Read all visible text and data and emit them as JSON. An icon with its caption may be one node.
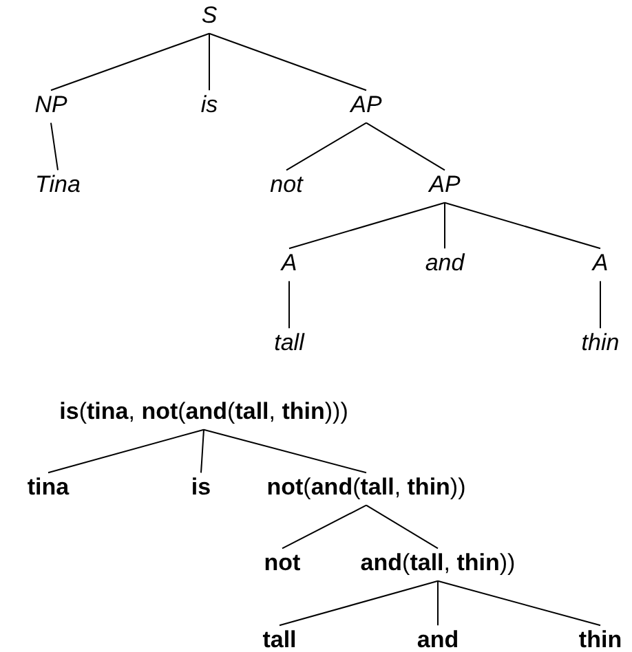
{
  "diagram": {
    "nodes": [
      {
        "text": [
          "S"
        ]
      },
      {
        "text": [
          "NP"
        ]
      },
      {
        "text": [
          "is"
        ]
      },
      {
        "text": [
          "AP"
        ]
      },
      {
        "text": [
          "Tina"
        ]
      },
      {
        "text": [
          "not"
        ]
      },
      {
        "text": [
          "AP"
        ]
      },
      {
        "text": [
          "A"
        ]
      },
      {
        "text": [
          "and"
        ]
      },
      {
        "text": [
          "A"
        ]
      },
      {
        "text": [
          "tall"
        ]
      },
      {
        "text": [
          "thin"
        ]
      },
      {
        "text": [
          "**is**(**tina**, **not**(**and**(**tall**, **thin**)))"
        ]
      },
      {
        "text": [
          "tina"
        ]
      },
      {
        "text": [
          "is"
        ]
      },
      {
        "text": [
          "**not**(**and**(**tall**, **thin**))"
        ]
      },
      {
        "text": [
          "not"
        ]
      },
      {
        "text": [
          "**and**(**tall**, **thin**))"
        ]
      },
      {
        "text": [
          "tall"
        ]
      },
      {
        "text": [
          "and"
        ]
      },
      {
        "text": [
          "thin"
        ]
      }
    ],
    "edges": [
      {
        "from": 0,
        "to": 1,
        "arrow": "none"
      },
      {
        "from": 0,
        "to": 2,
        "arrow": "none"
      },
      {
        "from": 0,
        "to": 3,
        "arrow": "none"
      },
      {
        "from": 1,
        "to": 4,
        "arrow": "none"
      },
      {
        "from": 3,
        "to": 5,
        "arrow": "none"
      },
      {
        "from": 3,
        "to": 6,
        "arrow": "none"
      },
      {
        "from": 6,
        "to": 7,
        "arrow": "none"
      },
      {
        "from": 6,
        "to": 8,
        "arrow": "none"
      },
      {
        "from": 6,
        "to": 9,
        "arrow": "none"
      },
      {
        "from": 7,
        "to": 10,
        "arrow": "none"
      },
      {
        "from": 9,
        "to": 11,
        "arrow": "none"
      },
      {
        "from": 12,
        "to": 13,
        "arrow": "none"
      },
      {
        "from": 12,
        "to": 14,
        "arrow": "none"
      },
      {
        "from": 12,
        "to": 15,
        "arrow": "none"
      },
      {
        "from": 15,
        "to": 16,
        "arrow": "none"
      },
      {
        "from": 15,
        "to": 17,
        "arrow": "none"
      },
      {
        "from": 17,
        "to": 18,
        "arrow": "none"
      },
      {
        "from": 17,
        "to": 19,
        "arrow": "none"
      },
      {
        "from": 17,
        "to": 20,
        "arrow": "none"
      }
    ]
  }
}
